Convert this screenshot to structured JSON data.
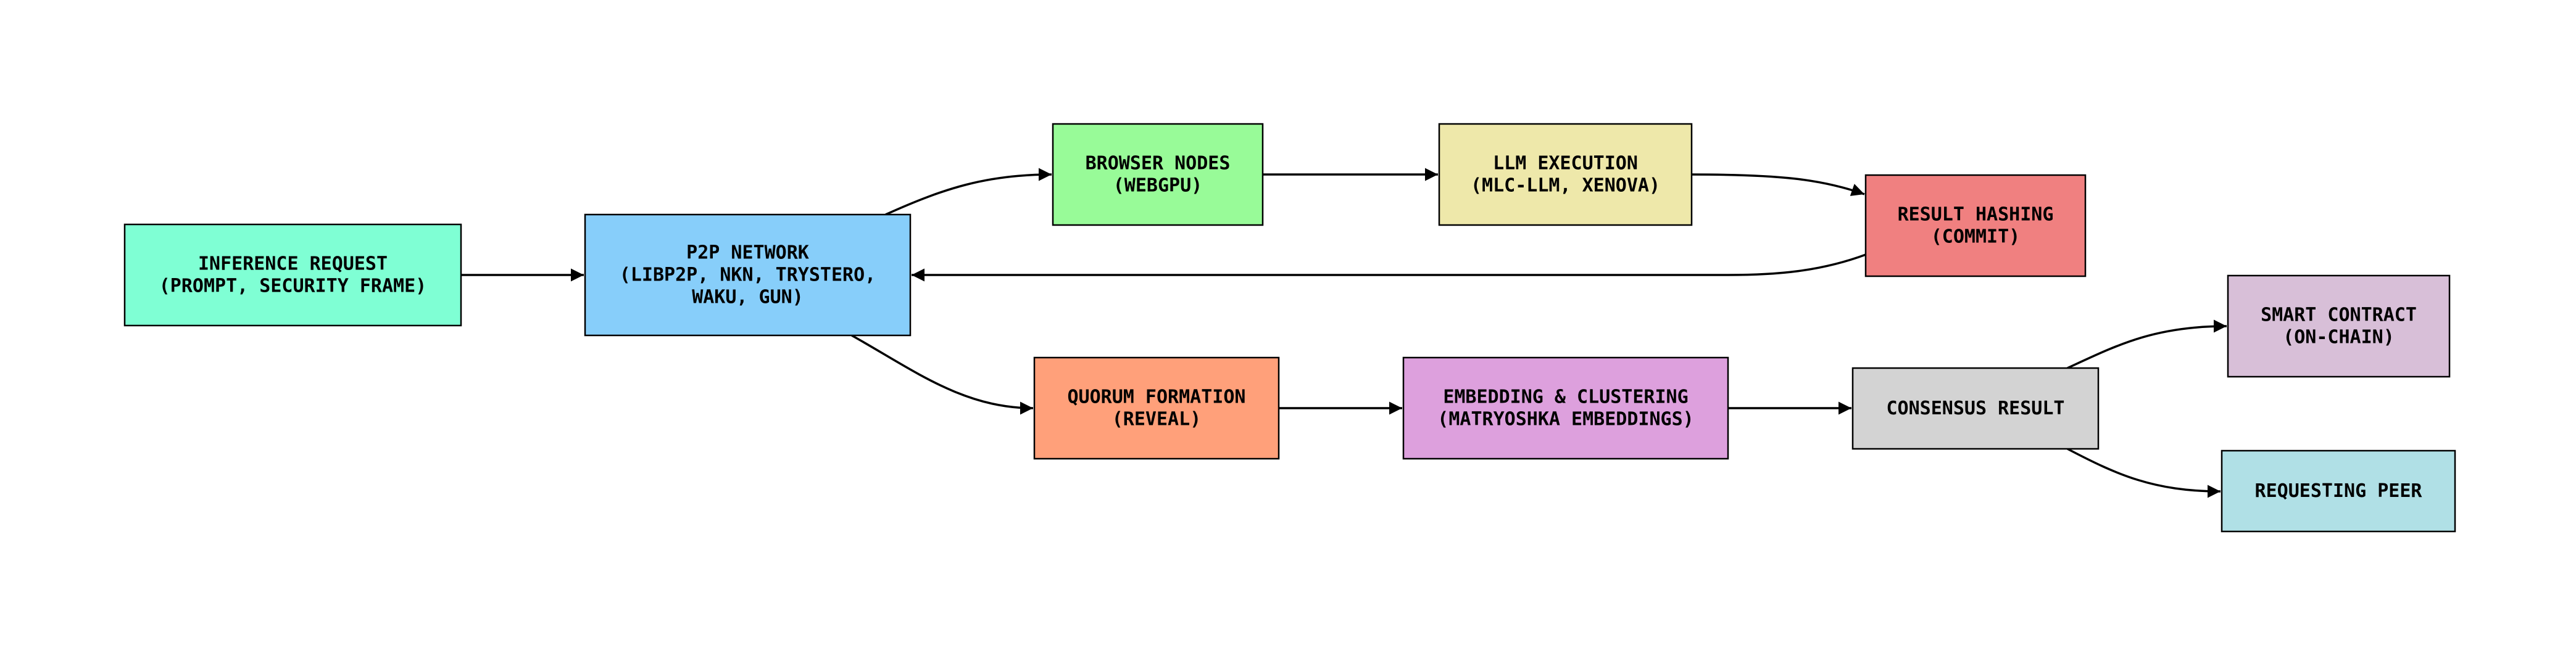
{
  "nodes": [
    {
      "id": "inference",
      "lines": [
        "INFERENCE REQUEST",
        "(PROMPT, SECURITY FRAME)"
      ],
      "color": "#7fffd4"
    },
    {
      "id": "p2p",
      "lines": [
        "P2P NETWORK",
        "(LIBP2P, NKN, TRYSTERO,",
        "WAKU, GUN)"
      ],
      "color": "#87cefa"
    },
    {
      "id": "browser",
      "lines": [
        "BROWSER NODES",
        "(WEBGPU)"
      ],
      "color": "#98fb98"
    },
    {
      "id": "llm",
      "lines": [
        "LLM EXECUTION",
        "(MLC-LLM, XENOVA)"
      ],
      "color": "#eee8aa"
    },
    {
      "id": "hashing",
      "lines": [
        "RESULT HASHING",
        "(COMMIT)"
      ],
      "color": "#f08080"
    },
    {
      "id": "quorum",
      "lines": [
        "QUORUM FORMATION",
        "(REVEAL)"
      ],
      "color": "#ffa07a"
    },
    {
      "id": "embedding",
      "lines": [
        "EMBEDDING & CLUSTERING",
        "(MATRYOSHKA EMBEDDINGS)"
      ],
      "color": "#dda0dd"
    },
    {
      "id": "consensus",
      "lines": [
        "CONSENSUS RESULT"
      ],
      "color": "#d3d3d3"
    },
    {
      "id": "contract",
      "lines": [
        "SMART CONTRACT",
        "(ON-CHAIN)"
      ],
      "color": "#d8bfd8"
    },
    {
      "id": "peer",
      "lines": [
        "REQUESTING PEER"
      ],
      "color": "#b0e0e6"
    }
  ],
  "edges": [
    {
      "from": "inference",
      "to": "p2p"
    },
    {
      "from": "p2p",
      "to": "browser"
    },
    {
      "from": "browser",
      "to": "llm"
    },
    {
      "from": "llm",
      "to": "hashing"
    },
    {
      "from": "hashing",
      "to": "p2p"
    },
    {
      "from": "p2p",
      "to": "quorum"
    },
    {
      "from": "quorum",
      "to": "embedding"
    },
    {
      "from": "embedding",
      "to": "consensus"
    },
    {
      "from": "consensus",
      "to": "contract"
    },
    {
      "from": "consensus",
      "to": "peer"
    }
  ]
}
